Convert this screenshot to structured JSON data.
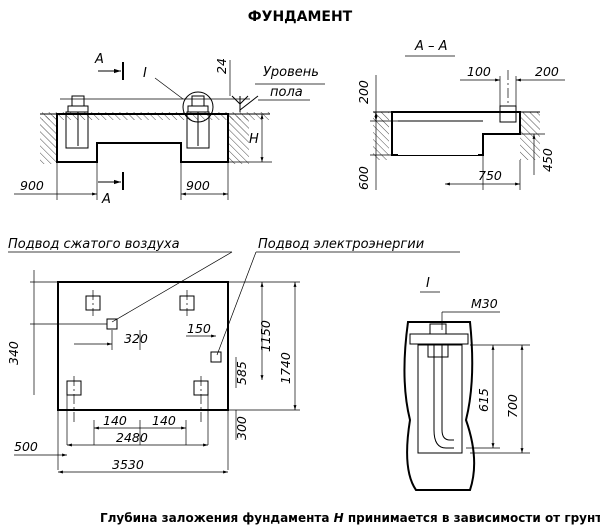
{
  "title": "ФУНДАМЕНТ",
  "top_view": {
    "section_mark": "A",
    "section_mark_bottom": "A",
    "detail_mark": "I",
    "floor_label_1": "Уровень",
    "floor_label_2": "пола",
    "dim_24": "24",
    "dim_H": "H",
    "dim_left": "900",
    "dim_right": "900"
  },
  "section_view": {
    "title": "А – А",
    "dim_100": "100",
    "dim_200_top": "200",
    "dim_200_left": "200",
    "dim_600": "600",
    "dim_750": "750",
    "dim_450": "450"
  },
  "plan_view": {
    "air_label": "Подвод сжатого воздуха",
    "power_label": "Подвод электроэнергии",
    "dim_340": "340",
    "dim_320": "320",
    "dim_150": "150",
    "dim_1150": "1150",
    "dim_1740": "1740",
    "dim_585": "585",
    "dim_300": "300",
    "dim_140_a": "140",
    "dim_140_b": "140",
    "dim_2480": "2480",
    "dim_500": "500",
    "dim_3530": "3530"
  },
  "detail_view": {
    "mark": "I",
    "thread": "М30",
    "dim_615": "615",
    "dim_700": "700"
  },
  "footnote": {
    "before": "Глубина заложения фундамента ",
    "var": "H",
    "after": " принимается в зависимости от грунта."
  }
}
